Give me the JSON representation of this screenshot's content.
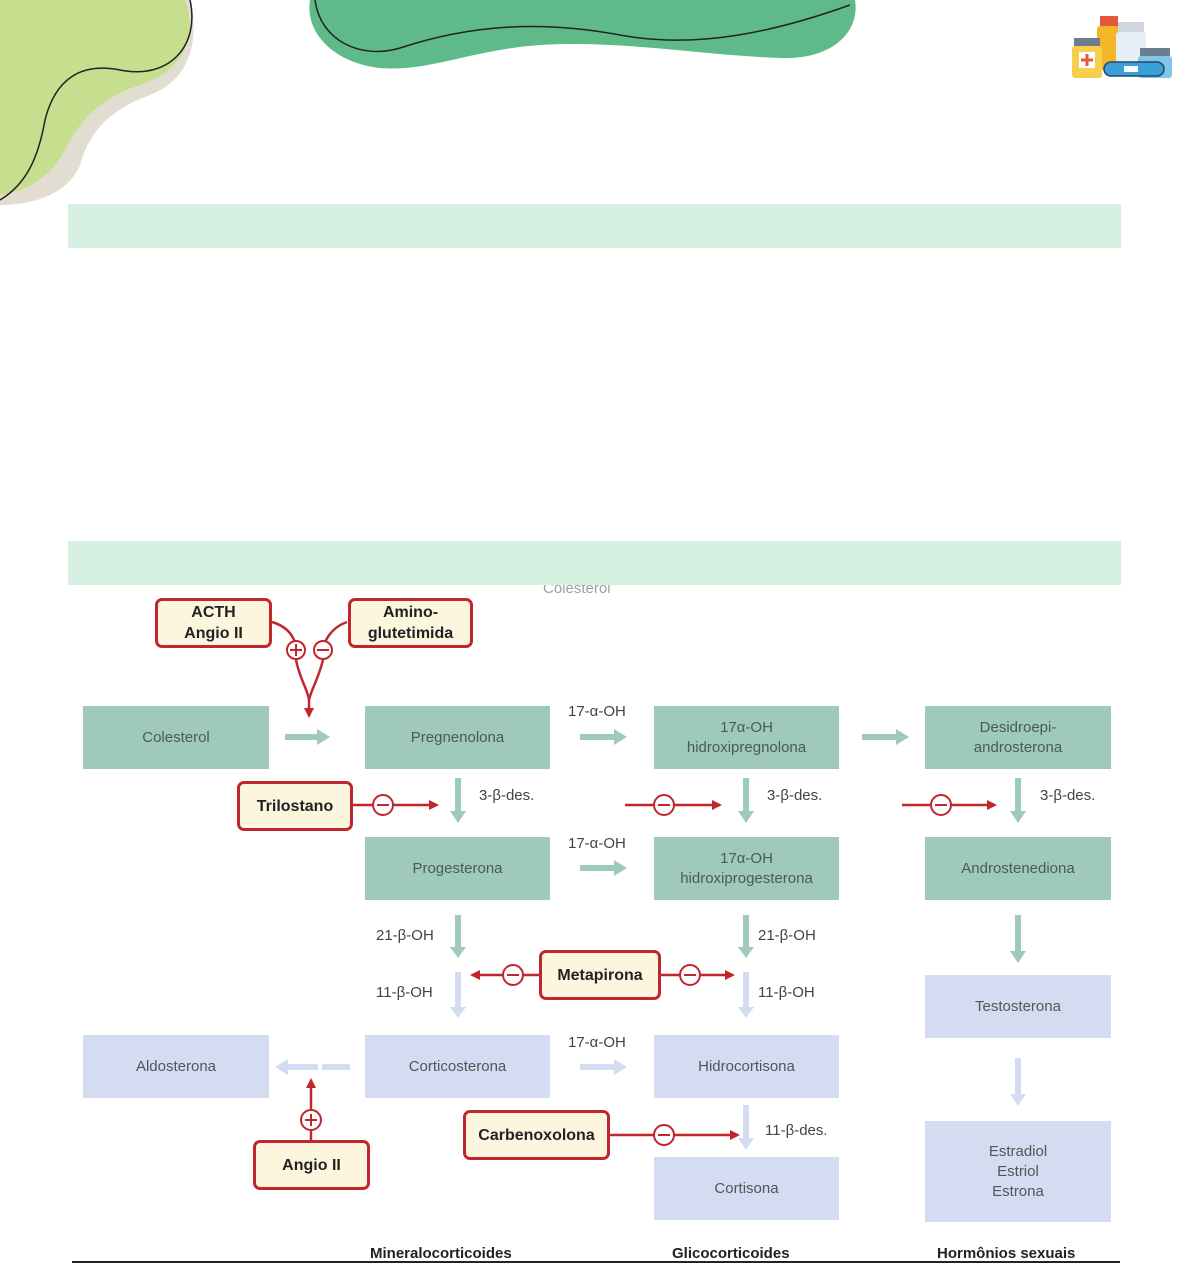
{
  "bands": [
    "",
    ""
  ],
  "faded_top_label": "Colesterol",
  "nodes": {
    "colesterol": "Colesterol",
    "pregnenolona": "Pregnenolona",
    "hidroxipregnolona": "17α-OH\nhidroxipregnolona",
    "desidroepi": "Desidroepi-\nandrosterona",
    "progesterona": "Progesterona",
    "hidroxiprogesterona": "17α-OH\nhidroxiprogesterona",
    "androstenediona": "Androstenediona",
    "testosterona": "Testosterona",
    "aldosterona": "Aldosterona",
    "corticosterona": "Corticosterona",
    "hidrocortisona": "Hidrocortisona",
    "cortisona": "Cortisona",
    "estrogens": "Estradiol\nEstriol\nEstrona"
  },
  "enzymes": {
    "oh17_a": "17-α-OH",
    "oh17_b": "17-α-OH",
    "oh17_c": "17-α-OH",
    "des3_a": "3-β-des.",
    "des3_b": "3-β-des.",
    "des3_c": "3-β-des.",
    "oh21_a": "21-β-OH",
    "oh21_b": "21-β-OH",
    "oh11_a": "11-β-OH",
    "oh11_b": "11-β-OH",
    "des11": "11-β-des."
  },
  "drugs": {
    "acth": "ACTH\nAngio II",
    "amino": "Amino-\nglutetimida",
    "trilostano": "Trilostano",
    "metapirona": "Metapirona",
    "carbenoxolona": "Carbenoxolona",
    "angio2": "Angio II"
  },
  "footer": {
    "mineralo": "Mineralocorticoides",
    "glico": "Glicocorticoides",
    "sexuais": "Hormônios sexuais"
  },
  "colors": {
    "band": "#d6f0e1",
    "teal_box": "#9fc9bc",
    "lavender_box": "#d3dcf0",
    "inhibit_red": "#c0272d",
    "drug_fill": "#fdf6df",
    "leaf_green": "#c5df8e",
    "blob_green": "#5fba8a"
  },
  "icons": [
    "leaf-decoration",
    "green-blob-decoration",
    "medicine-bottles-icon"
  ]
}
